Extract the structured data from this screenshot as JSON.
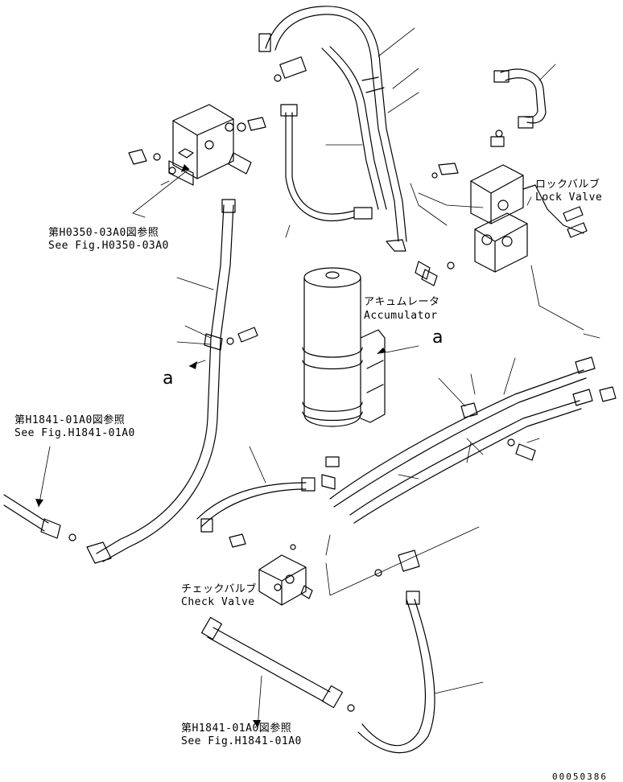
{
  "labels": {
    "ref_top_jp": "第H0350-03A0図参照",
    "ref_top_en": "See Fig.H0350-03A0",
    "lock_valve_jp": "ロックバルブ",
    "lock_valve_en": "Lock Valve",
    "accumulator_jp": "アキュムレータ",
    "accumulator_en": "Accumulator",
    "view_a_right": "a",
    "view_a_left": "a",
    "ref_left_jp": "第H1841-01A0図参照",
    "ref_left_en": "See Fig.H1841-01A0",
    "check_valve_jp": "チェックバルブ",
    "check_valve_en": "Check Valve",
    "ref_bottom_jp": "第H1841-01A0図参照",
    "ref_bottom_en": "See Fig.H1841-01A0",
    "drawing_number": "00050386"
  },
  "colors": {
    "line": "#000000",
    "background": "#ffffff"
  }
}
